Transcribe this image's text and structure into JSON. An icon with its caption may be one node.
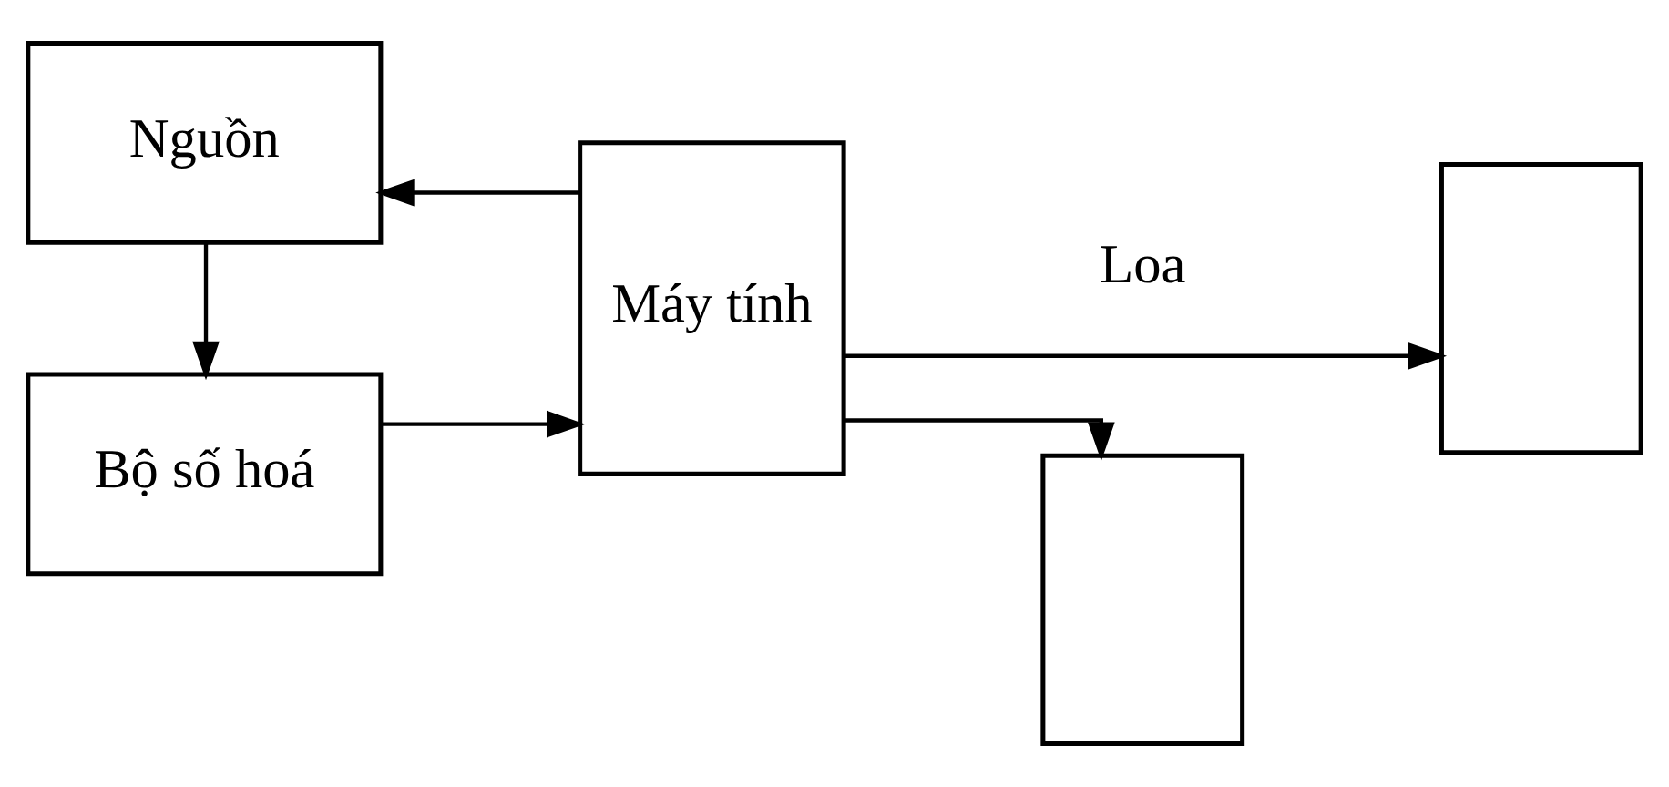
{
  "diagram": {
    "nodes": [
      {
        "text": [
          "Bộ số hoá"
        ]
      },
      {
        "text": [
          "Máy tính"
        ]
      },
      {
        "text": [
          "Nguồn"
        ]
      },
      {
        "text": [],
        "shape": "box"
      },
      {
        "text": [],
        "shape": "box"
      }
    ],
    "edges": [
      {
        "from": 0,
        "to": 1,
        "arrow": "to"
      },
      {
        "from": 2,
        "to": 0,
        "arrow": "to"
      },
      {
        "from": 1,
        "to": 2,
        "arrow": "to"
      },
      {
        "from": 1,
        "to": 3,
        "arrow": "to"
      },
      {
        "from": 1,
        "to": 4,
        "arrow": "to"
      }
    ],
    "labels": [
      "Loa"
    ]
  }
}
